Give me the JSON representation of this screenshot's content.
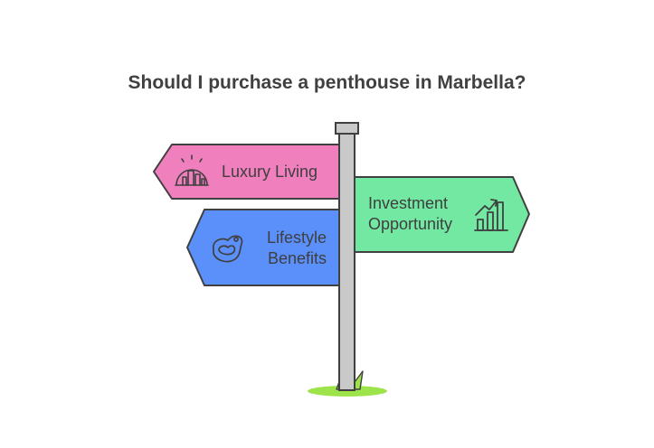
{
  "title": "Should I purchase a penthouse in Marbella?",
  "signs": [
    {
      "id": "luxury",
      "label": "Luxury Living",
      "fill": "#f07fbd",
      "stroke": "#404040",
      "icon": "city-skyline-icon"
    },
    {
      "id": "investment",
      "line1": "Investment",
      "line2": "Opportunity",
      "fill": "#72e8a2",
      "stroke": "#404040",
      "icon": "growth-chart-icon"
    },
    {
      "id": "lifestyle",
      "line1": "Lifestyle",
      "line2": "Benefits",
      "fill": "#5b8ff9",
      "stroke": "#404040",
      "icon": "steak-icon"
    }
  ],
  "post": {
    "fill": "#c9c9c9",
    "stroke": "#404040"
  },
  "grass": {
    "color": "#9de34a"
  }
}
